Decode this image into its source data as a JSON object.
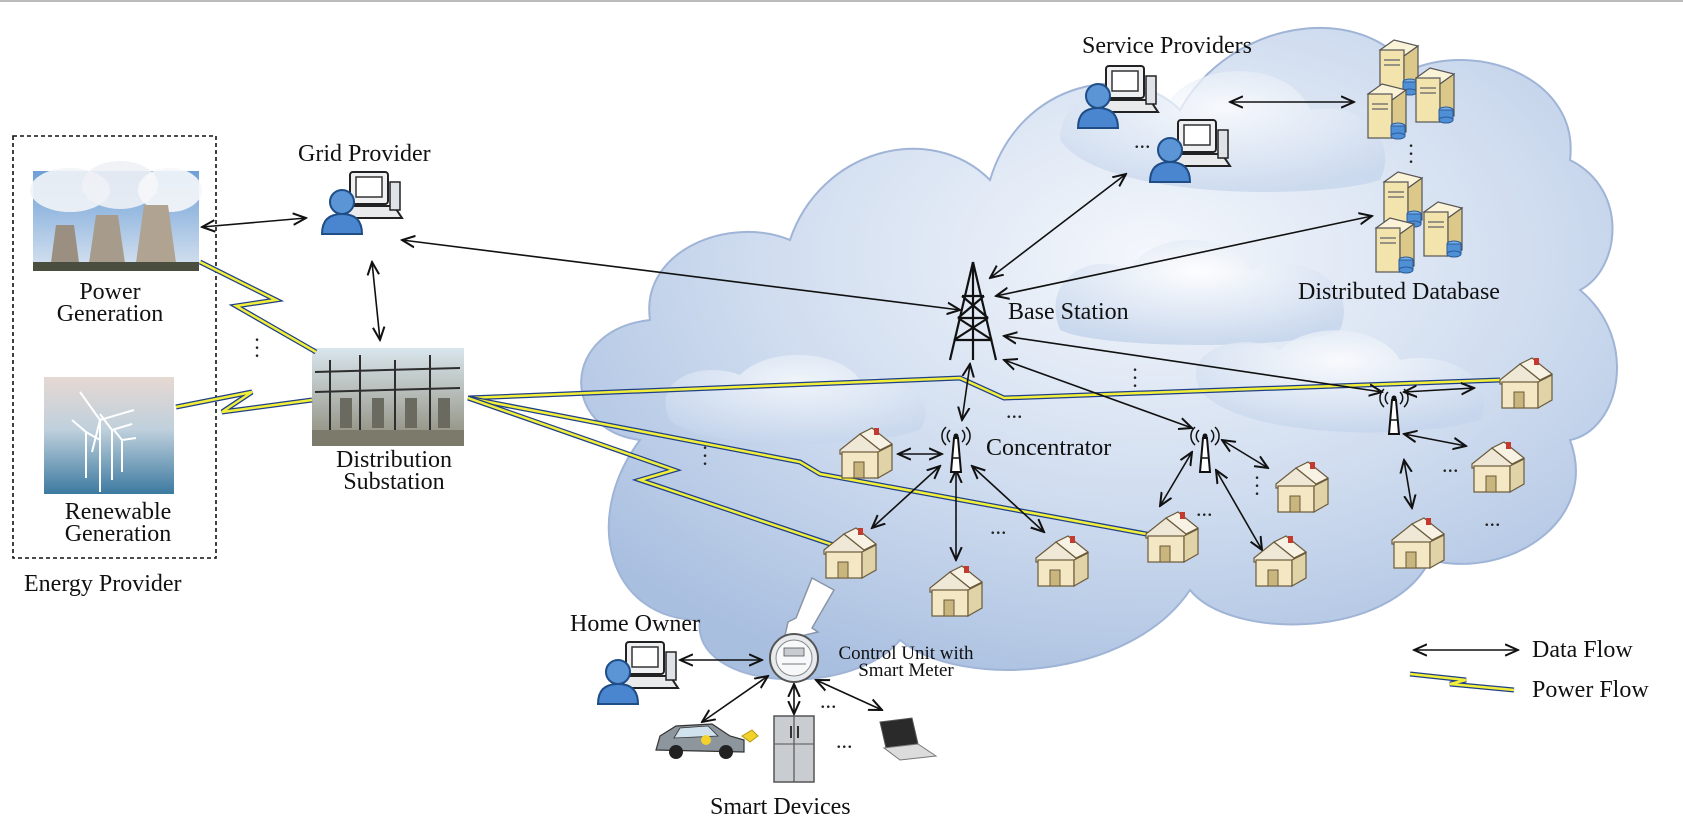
{
  "labels": {
    "service_providers": "Service Providers",
    "grid_provider": "Grid Provider",
    "power_generation_1": "Power",
    "power_generation_2": "Generation",
    "renewable_generation_1": "Renewable",
    "renewable_generation_2": "Generation",
    "energy_provider": "Energy Provider",
    "distribution_substation_1": "Distribution",
    "distribution_substation_2": "Substation",
    "base_station": "Base Station",
    "distributed_database": "Distributed Database",
    "concentrator": "Concentrator",
    "home_owner": "Home Owner",
    "control_unit_1": "Control Unit with",
    "control_unit_2": "Smart Meter",
    "smart_devices": "Smart Devices"
  },
  "legend": {
    "data_flow": "Data Flow",
    "power_flow": "Power Flow"
  },
  "ellipsis": "...",
  "colors": {
    "cloud_fill": "#b9cbe6",
    "cloud_light": "#eef3fa",
    "power_flow_yellow": "#f2ef3a",
    "power_flow_blue": "#1f3f86",
    "arrow": "#111111",
    "house_wall": "#f3e7c4",
    "house_roof": "#e8e2d0",
    "person": "#4a86d0"
  },
  "icons": [
    "server-icon",
    "computer-user-icon",
    "tower-icon",
    "antenna-icon",
    "house-icon",
    "smart-meter-icon",
    "car-icon",
    "fridge-icon",
    "laptop-icon"
  ]
}
